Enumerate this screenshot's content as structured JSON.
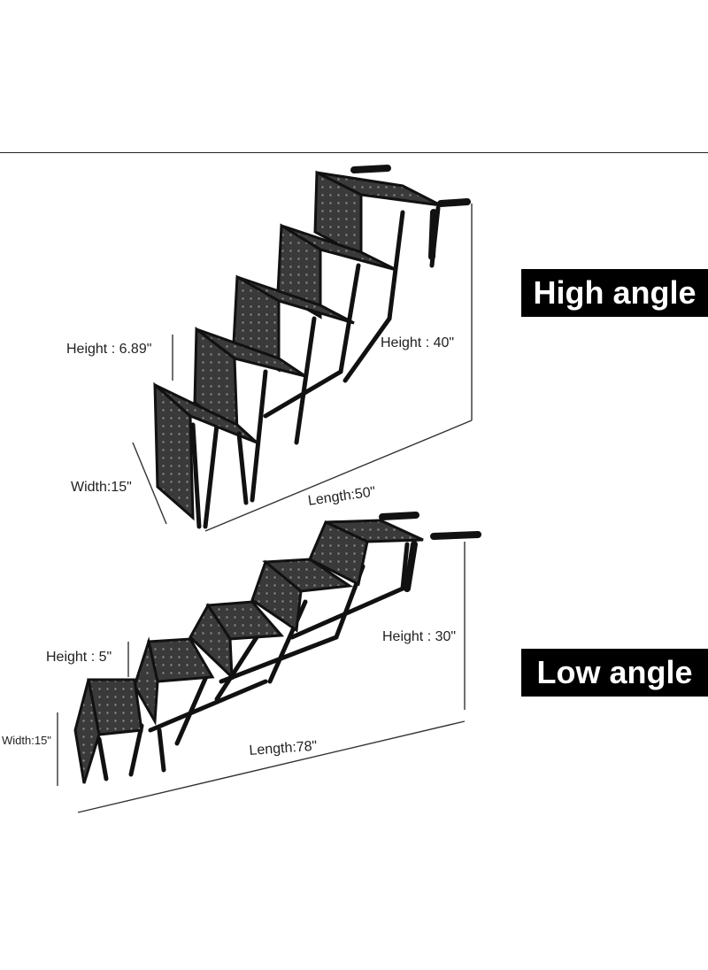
{
  "high": {
    "tag": "High angle",
    "step_height": "Height : 6.89\"",
    "total_height": "Height : 40\"",
    "width": "Width:15\"",
    "length": "Length:50\""
  },
  "low": {
    "tag": "Low angle",
    "step_height": "Height : 5\"",
    "total_height": "Height : 30\"",
    "width": "Width:15\"",
    "length": "Length:78\""
  },
  "colors": {
    "tag_bg": "#000000",
    "tag_text": "#ffffff",
    "stair_fill": "#3a3a3a",
    "frame": "#111111"
  }
}
